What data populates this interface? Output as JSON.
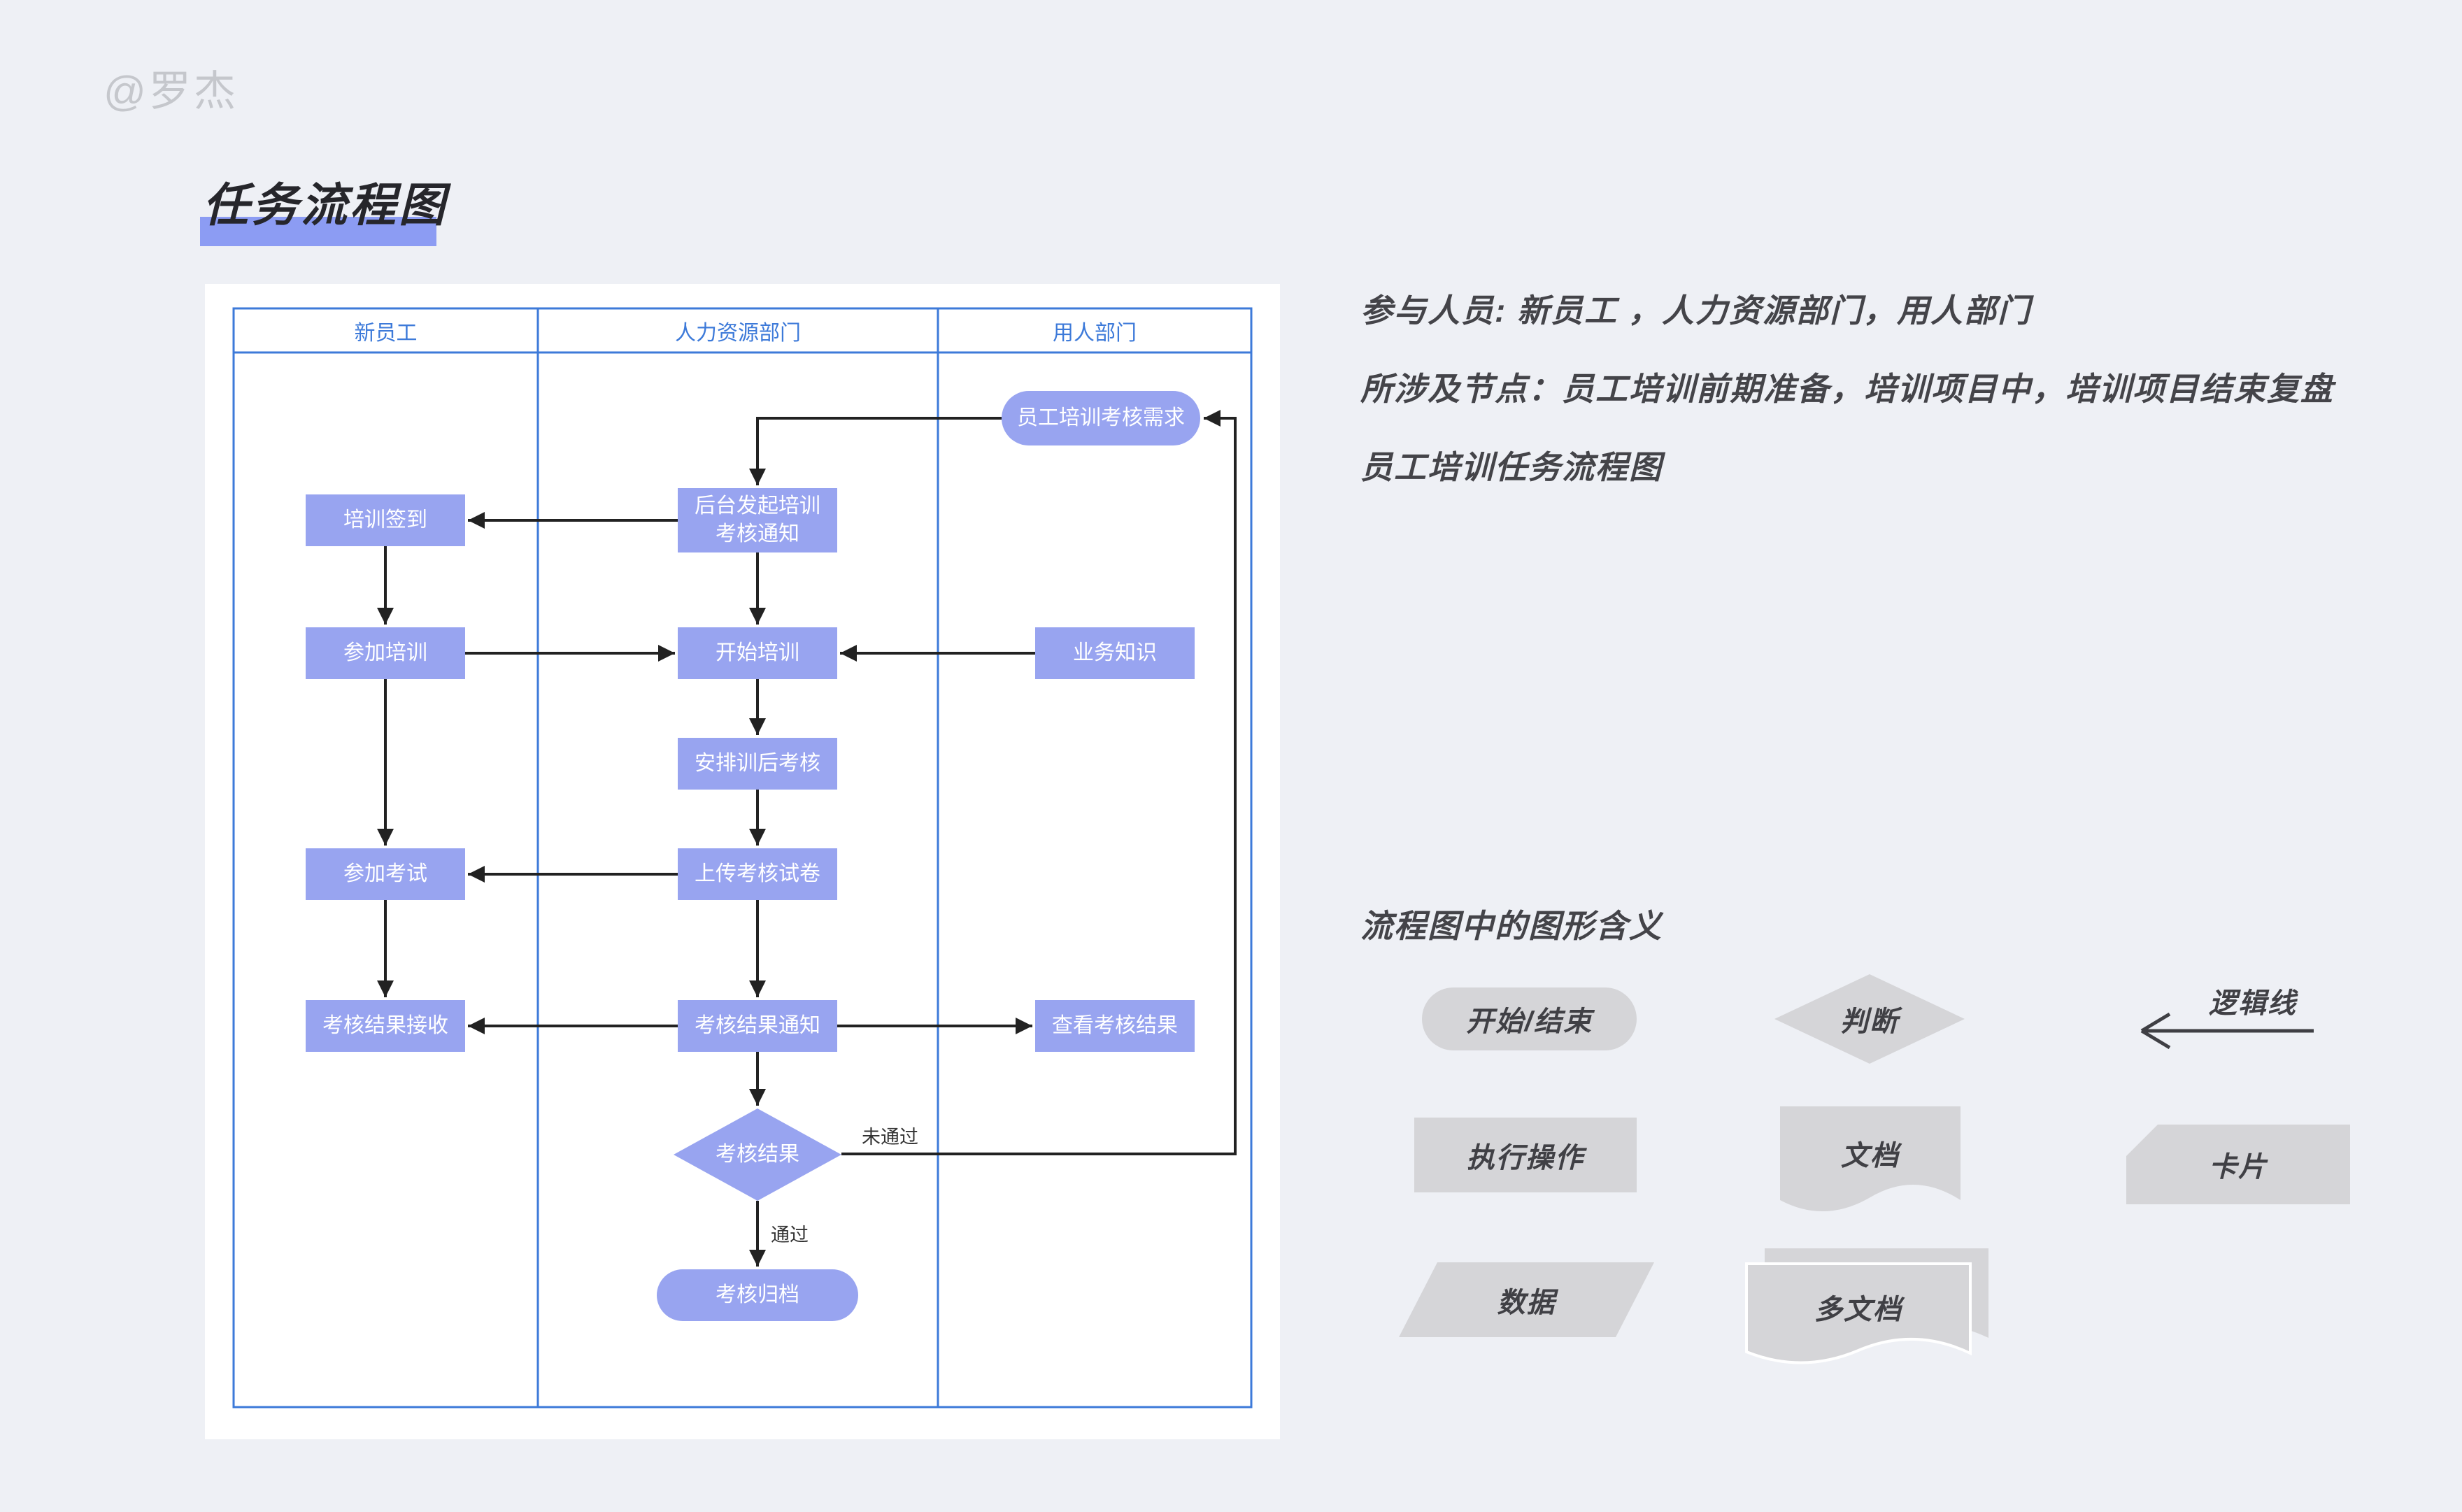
{
  "watermark": "@罗杰",
  "page_title": "任务流程图",
  "colors": {
    "background": "#eef0f5",
    "panel": "#ffffff",
    "node_fill": "#98a4f0",
    "node_text": "#ffffff",
    "table_border": "#3d7ad9",
    "arrow": "#222222",
    "title_highlight": "#8c9cf3",
    "notes_text": "#444449",
    "legend_fill": "#d5d5d8",
    "watermark_color": "#c5c7cc"
  },
  "flowchart": {
    "lanes": [
      "新员工",
      "人力资源部门",
      "用人部门"
    ],
    "nodes": [
      {
        "label": "员工培训考核需求",
        "type": "terminator",
        "lane": "用人部门"
      },
      {
        "label": "后台发起培训考核通知",
        "line1": "后台发起培训",
        "line2": "考核通知",
        "type": "process",
        "lane": "人力资源部门"
      },
      {
        "label": "培训签到",
        "type": "process",
        "lane": "新员工"
      },
      {
        "label": "参加培训",
        "type": "process",
        "lane": "新员工"
      },
      {
        "label": "开始培训",
        "type": "process",
        "lane": "人力资源部门"
      },
      {
        "label": "业务知识",
        "type": "process",
        "lane": "用人部门"
      },
      {
        "label": "安排训后考核",
        "type": "process",
        "lane": "人力资源部门"
      },
      {
        "label": "上传考核试卷",
        "type": "process",
        "lane": "人力资源部门"
      },
      {
        "label": "参加考试",
        "type": "process",
        "lane": "新员工"
      },
      {
        "label": "考核结果接收",
        "type": "process",
        "lane": "新员工"
      },
      {
        "label": "考核结果通知",
        "type": "process",
        "lane": "人力资源部门"
      },
      {
        "label": "查看考核结果",
        "type": "process",
        "lane": "用人部门"
      },
      {
        "label": "考核结果",
        "type": "decision",
        "lane": "人力资源部门"
      },
      {
        "label": "考核归档",
        "type": "terminator",
        "lane": "人力资源部门"
      }
    ],
    "edges": [
      {
        "from": 0,
        "to": 1,
        "label": ""
      },
      {
        "from": 1,
        "to": 2,
        "label": ""
      },
      {
        "from": 2,
        "to": 3,
        "label": ""
      },
      {
        "from": 1,
        "to": 4,
        "label": ""
      },
      {
        "from": 3,
        "to": 4,
        "label": ""
      },
      {
        "from": 5,
        "to": 4,
        "label": ""
      },
      {
        "from": 4,
        "to": 6,
        "label": ""
      },
      {
        "from": 6,
        "to": 7,
        "label": ""
      },
      {
        "from": 7,
        "to": 8,
        "label": ""
      },
      {
        "from": 3,
        "to": 8,
        "label": ""
      },
      {
        "from": 8,
        "to": 9,
        "label": ""
      },
      {
        "from": 7,
        "to": 10,
        "label": ""
      },
      {
        "from": 10,
        "to": 9,
        "label": ""
      },
      {
        "from": 10,
        "to": 11,
        "label": ""
      },
      {
        "from": 10,
        "to": 12,
        "label": ""
      },
      {
        "from": 12,
        "to": 13,
        "label": "通过"
      },
      {
        "from": 12,
        "to": 0,
        "label": "未通过"
      }
    ]
  },
  "notes": {
    "participants": "参与人员: 新员工 ，人力资源部门，用人部门",
    "involved_nodes": "所涉及节点：员工培训前期准备，培训项目中，培训项目结束复盘",
    "caption": "员工培训任务流程图"
  },
  "legend": {
    "title": "流程图中的图形含义",
    "items": [
      {
        "shape": "terminator",
        "label": "开始/结束"
      },
      {
        "shape": "decision",
        "label": "判断"
      },
      {
        "shape": "logic-line",
        "label": "逻辑线"
      },
      {
        "shape": "process",
        "label": "执行操作"
      },
      {
        "shape": "document",
        "label": "文档"
      },
      {
        "shape": "card",
        "label": "卡片"
      },
      {
        "shape": "data",
        "label": "数据"
      },
      {
        "shape": "multi-document",
        "label": "多文档"
      }
    ]
  }
}
